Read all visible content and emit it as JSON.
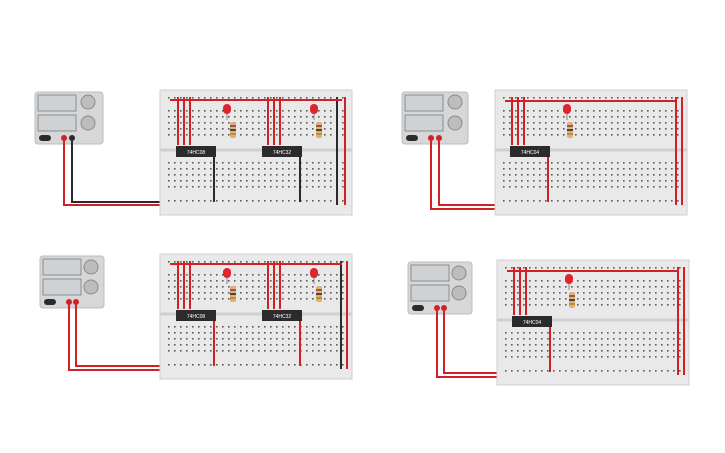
{
  "app": {
    "canvas_background": "#ffffff"
  },
  "colors": {
    "wire_red": "#d22027",
    "wire_black": "#2a2a2a",
    "breadboard_body": "#e9e9e9",
    "breadboard_edge": "#cfcfcf",
    "hole": "#5a5a5a",
    "chip_body": "#2b2b2b",
    "led_red": "#e0242b",
    "power_supply_body": "#d7d7d7",
    "power_supply_display": "#cfd2d4"
  },
  "circuits": [
    {
      "id": "top-left",
      "ground_wire": "black",
      "chips": [
        {
          "label": "74HC08"
        },
        {
          "label": "74HC32"
        }
      ]
    },
    {
      "id": "top-right",
      "ground_wire": "red",
      "chips": [
        {
          "label": "74HC04"
        }
      ]
    },
    {
      "id": "bottom-left",
      "ground_wire": "red",
      "chips": [
        {
          "label": "74HC08"
        },
        {
          "label": "74HC32"
        }
      ]
    },
    {
      "id": "bottom-right",
      "ground_wire": "red",
      "chips": [
        {
          "label": "74HC04"
        }
      ]
    }
  ]
}
